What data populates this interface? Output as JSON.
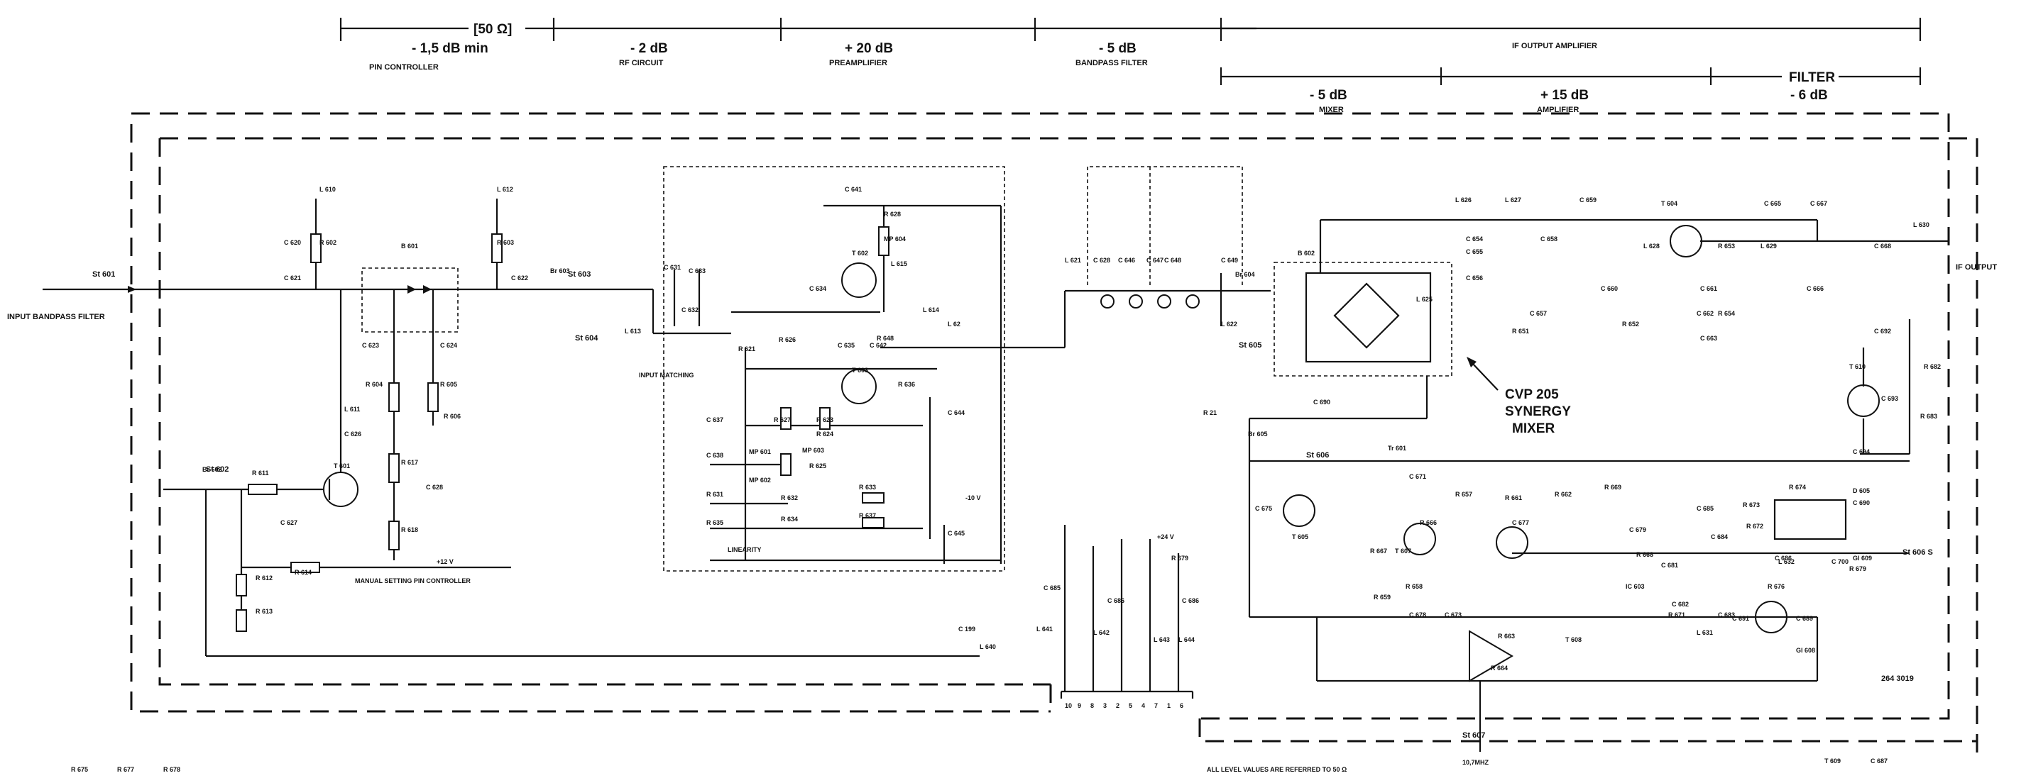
{
  "header": {
    "ohm": "[50 Ω]",
    "pin_level": "- 1,5 dB min",
    "pin_name": "PIN CONTROLLER",
    "rf_level": "- 2 dB",
    "rf_name": "RF CIRCUIT",
    "pre_level": "+ 20 dB",
    "pre_name": "PREAMPLIFIER",
    "bp_level": "- 5 dB",
    "bp_name": "BANDPASS FILTER",
    "if_name": "IF OUTPUT AMPLIFIER",
    "mix_level": "- 5 dB",
    "mix_name": "MIXER",
    "amp_level": "+ 15 dB",
    "amp_name": "AMPLIFIER",
    "filter_name": "FILTER",
    "filter_level": "- 6 dB"
  },
  "labels": {
    "input": "INPUT BANDPASS FILTER",
    "output": "IF OUTPUT",
    "mixer": [
      "CVP 205",
      "SYNERGY",
      "MIXER"
    ],
    "input_matching": "INPUT MATCHING",
    "linearity": "LINEARITY",
    "manual": "MANUAL SETTING PIN CONTROLLER",
    "docnum": "264 3019",
    "footnote": "ALL LEVEL VALUES ARE REFERRED TO 50 Ω",
    "bottom_sig": "10,7MHZ",
    "rail_12": "+12 V",
    "rail_24": "+24 V",
    "rail_10": "-10 V"
  },
  "sockets": [
    "St 601",
    "St 602",
    "St 603",
    "St 604",
    "St 605",
    "St 606",
    "St 607",
    "St 606 S"
  ],
  "components": [
    "C 620",
    "C 621",
    "L 610",
    "R 602",
    "L 612",
    "R 603",
    "B 601",
    "C 622",
    "Br 603",
    "C 623",
    "C 624",
    "R 604",
    "R 605",
    "R 606",
    "L 611",
    "C 626",
    "T 601",
    "R 611",
    "R 617",
    "C 628",
    "C 627",
    "R 618",
    "Br 602",
    "R 612",
    "R 613",
    "R 614",
    "L 613",
    "C 631",
    "C 633",
    "C 632",
    "C 641",
    "R 628",
    "MP 604",
    "L 615",
    "C 634",
    "T 602",
    "R 626",
    "R 621",
    "C 635",
    "C 642",
    "L 614",
    "R 648",
    "L 62",
    "R 636",
    "T 603",
    "C 637",
    "C 638",
    "R 631",
    "R 635",
    "MP 601",
    "MP 602",
    "R 627",
    "R 623",
    "R 624",
    "MP 603",
    "R 625",
    "R 632",
    "R 633",
    "R 634",
    "R 637",
    "C 644",
    "C 645",
    "C 685",
    "L 641",
    "C 686",
    "L 642",
    "L 643",
    "L 644",
    "C 686",
    "C 199",
    "L 640",
    "R 679",
    "L 621",
    "C 628",
    "C 646",
    "C 647",
    "C 648",
    "C 649",
    "L 622",
    "Br 604",
    "R 21",
    "B 602",
    "L 626",
    "L 627",
    "C 654",
    "C 655",
    "C 656",
    "C 658",
    "C 659",
    "C 657",
    "R 651",
    "L 625",
    "T 604",
    "L 628",
    "R 652",
    "C 660",
    "C 665",
    "C 667",
    "R 653",
    "L 629",
    "C 661",
    "C 662",
    "C 663",
    "R 654",
    "C 666",
    "C 668",
    "L 630",
    "C 692",
    "T 610",
    "R 682",
    "C 693",
    "R 683",
    "C 694",
    "C 690",
    "Br 605",
    "Tr 601",
    "C 675",
    "T 605",
    "C 671",
    "R 657",
    "R 661",
    "R 662",
    "R 666",
    "R 667",
    "T 607",
    "R 658",
    "R 659",
    "C 678",
    "C 673",
    "C 677",
    "R 663",
    "R 664",
    "T 608",
    "R 669",
    "C 679",
    "IC 603",
    "R 668",
    "C 681",
    "C 682",
    "L 631",
    "R 671",
    "C 683",
    "C 684",
    "C 685",
    "R 673",
    "R 672",
    "R 674",
    "C 686",
    "L 632",
    "D 605",
    "C 690",
    "C 700",
    "R 676",
    "C 691",
    "C 689",
    "Gl 608",
    "Gl 609",
    "R 679",
    "T 609",
    "C 687",
    "R 675",
    "R 677",
    "R 678"
  ],
  "connector_pins": [
    "10",
    "9",
    "8",
    "3",
    "2",
    "5",
    "4",
    "7",
    "1",
    "6"
  ]
}
